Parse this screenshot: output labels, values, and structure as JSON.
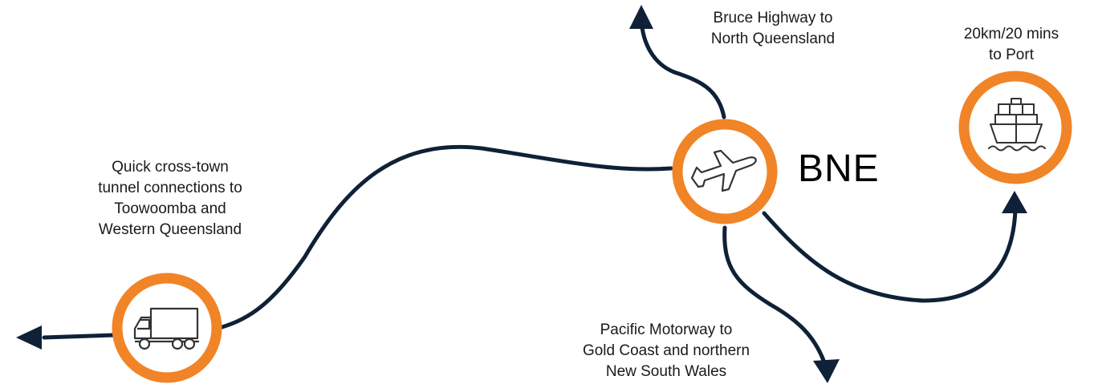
{
  "colors": {
    "route_line": "#0f2137",
    "node_ring": "#f08427",
    "icon_stroke": "#333333",
    "text": "#1a1a1a"
  },
  "hub": {
    "label": "BNE",
    "icon": "airplane-icon"
  },
  "nodes": [
    {
      "id": "truck",
      "icon": "truck-icon"
    },
    {
      "id": "port",
      "icon": "ship-icon"
    }
  ],
  "routes": {
    "bruce": {
      "line1": "Bruce Highway to",
      "line2": "North Queensland"
    },
    "port": {
      "line1": "20km/20 mins",
      "line2": "to Port"
    },
    "cross_town": {
      "line1": "Quick cross-town",
      "line2": "tunnel connections to",
      "line3": "Toowoomba and",
      "line4": "Western Queensland"
    },
    "pacific": {
      "line1": "Pacific Motorway to",
      "line2": "Gold Coast and northern",
      "line3": "New South Wales"
    }
  }
}
